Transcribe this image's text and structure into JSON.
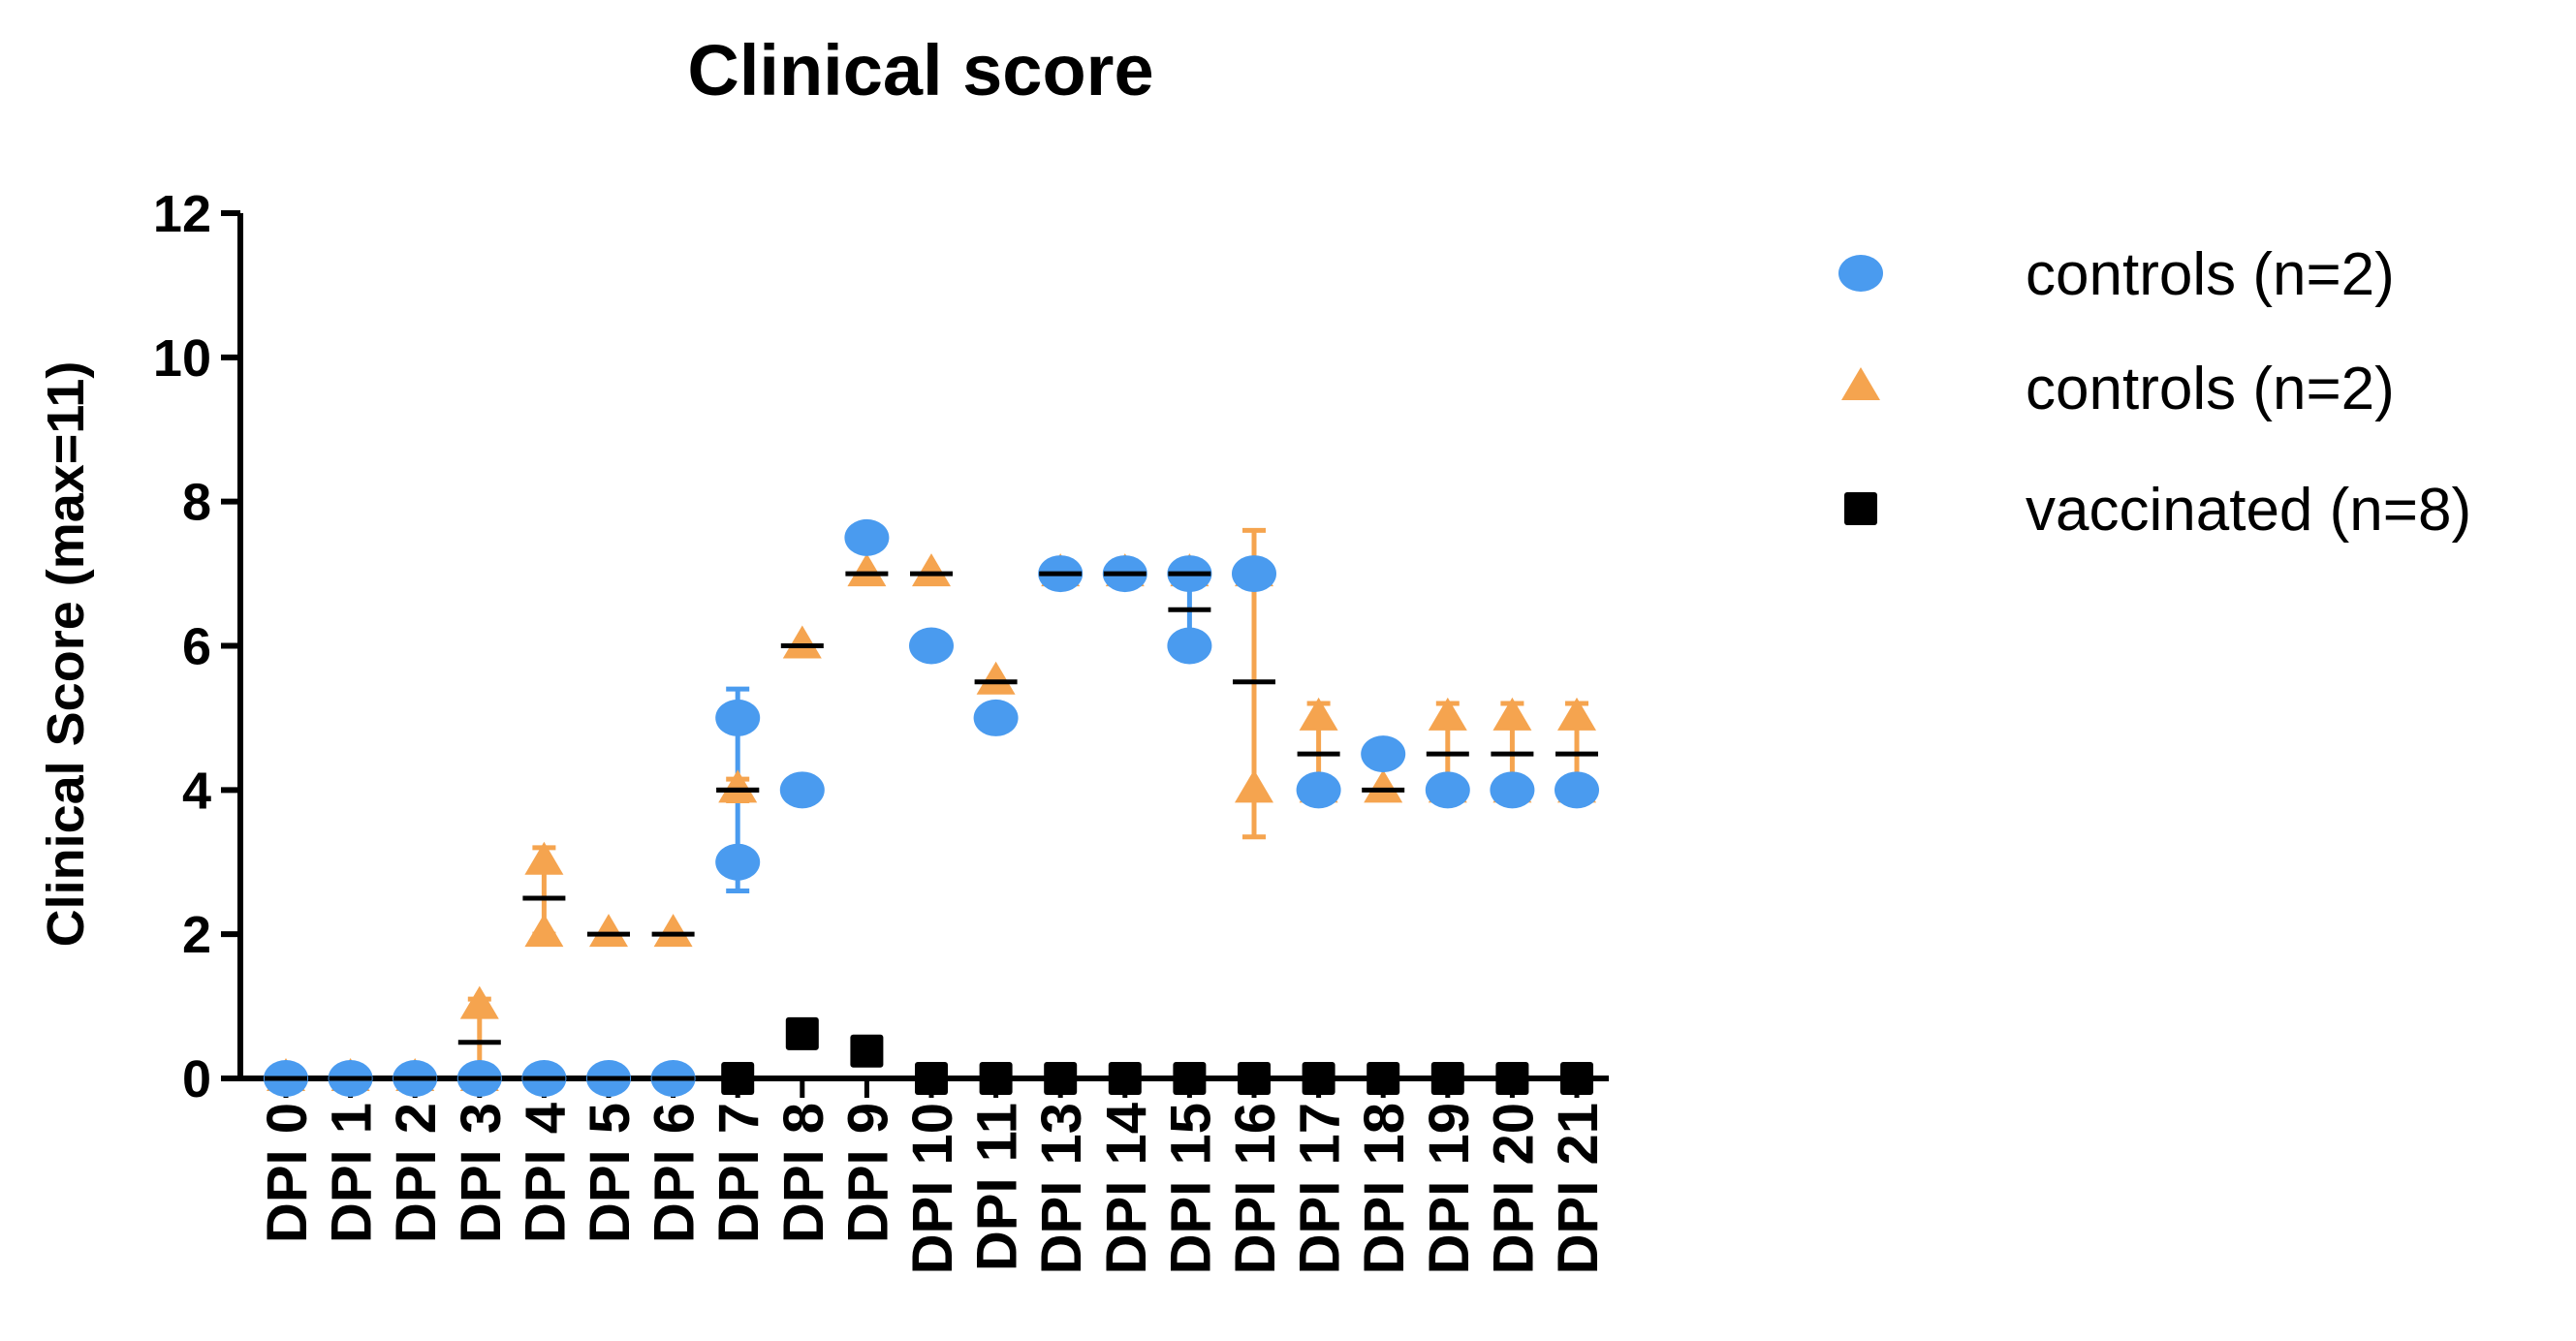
{
  "chart_data": {
    "type": "scatter",
    "title": "Clinical score",
    "xlabel": "",
    "ylabel": "Clinical  Score  (max=11)",
    "ylim": [
      0,
      12
    ],
    "yticks": [
      0,
      2,
      4,
      6,
      8,
      10,
      12
    ],
    "categories": [
      "DPI 0",
      "DPI 1",
      "DPI 2",
      "DPI 3",
      "DPI 4",
      "DPI 5",
      "DPI 6",
      "DPI 7",
      "DPI 8",
      "DPI 9",
      "DPI 10",
      "DPI 11",
      "DPI 13",
      "DPI 14",
      "DPI 15",
      "DPI 16",
      "DPI 17",
      "DPI 18",
      "DPI 19",
      "DPI 20",
      "DPI 21"
    ],
    "legend_position": "top-right",
    "grid": false,
    "series": [
      {
        "name": "controls (n=2)",
        "marker": "circle",
        "color": "#4a9bef",
        "points": [
          [
            0
          ],
          [
            0
          ],
          [
            0
          ],
          [
            0
          ],
          [
            0
          ],
          [
            0
          ],
          [
            0
          ],
          [
            3,
            5
          ],
          [
            4
          ],
          [
            7.5
          ],
          [
            6
          ],
          [
            5
          ],
          [
            7
          ],
          [
            7
          ],
          [
            6,
            7
          ],
          [
            7
          ],
          [
            4
          ],
          [
            4.5
          ],
          [
            4
          ],
          [
            4
          ],
          [
            4
          ]
        ],
        "mean": [
          0,
          0,
          0,
          0,
          0,
          0,
          0,
          4,
          null,
          null,
          null,
          null,
          null,
          null,
          6.5,
          null,
          null,
          null,
          null,
          null,
          null
        ],
        "error": [
          null,
          null,
          null,
          null,
          null,
          null,
          null,
          [
            2.6,
            5.4
          ],
          null,
          null,
          null,
          null,
          null,
          null,
          [
            5.9,
            7.1
          ],
          null,
          null,
          null,
          null,
          null,
          null
        ]
      },
      {
        "name": "controls (n=2)",
        "marker": "triangle",
        "color": "#f5a44f",
        "points": [
          [
            0
          ],
          [
            0
          ],
          [
            0
          ],
          [
            0,
            1
          ],
          [
            2,
            3
          ],
          [
            2
          ],
          [
            2
          ],
          [
            4
          ],
          [
            6
          ],
          [
            7
          ],
          [
            7
          ],
          [
            5.5
          ],
          [
            7
          ],
          [
            7
          ],
          [
            7
          ],
          [
            4,
            7
          ],
          [
            4,
            5
          ],
          [
            4
          ],
          [
            4,
            5
          ],
          [
            4,
            5
          ],
          [
            4,
            5
          ]
        ],
        "mean": [
          0,
          0,
          0,
          0.5,
          2.5,
          2,
          2,
          4,
          6,
          7,
          7,
          5.5,
          7,
          7,
          7,
          5.5,
          4.5,
          4,
          4.5,
          4.5,
          4.5
        ],
        "error": [
          null,
          null,
          null,
          [
            0,
            1.1
          ],
          [
            2,
            3.2
          ],
          null,
          null,
          [
            3.85,
            4.15
          ],
          null,
          null,
          null,
          null,
          null,
          null,
          null,
          [
            3.35,
            7.6
          ],
          [
            4,
            5.2
          ],
          null,
          [
            4,
            5.2
          ],
          [
            4,
            5.2
          ],
          [
            4,
            5.2
          ]
        ]
      },
      {
        "name": "vaccinated (n=8)",
        "marker": "square",
        "color": "#000000",
        "points": [
          [],
          [],
          [],
          [],
          [],
          [],
          [],
          [
            0
          ],
          [
            0.62
          ],
          [
            0.38
          ],
          [
            0
          ],
          [
            0
          ],
          [
            0
          ],
          [
            0
          ],
          [
            0
          ],
          [
            0
          ],
          [
            0
          ],
          [
            0
          ],
          [
            0
          ],
          [
            0
          ],
          [
            0
          ]
        ],
        "mean": [
          null,
          null,
          null,
          null,
          null,
          null,
          null,
          null,
          null,
          null,
          null,
          null,
          null,
          null,
          null,
          null,
          null,
          null,
          null,
          null,
          null
        ],
        "error": [
          null,
          null,
          null,
          null,
          null,
          null,
          null,
          null,
          null,
          null,
          null,
          null,
          null,
          null,
          null,
          null,
          null,
          null,
          null,
          null,
          null
        ]
      }
    ]
  }
}
